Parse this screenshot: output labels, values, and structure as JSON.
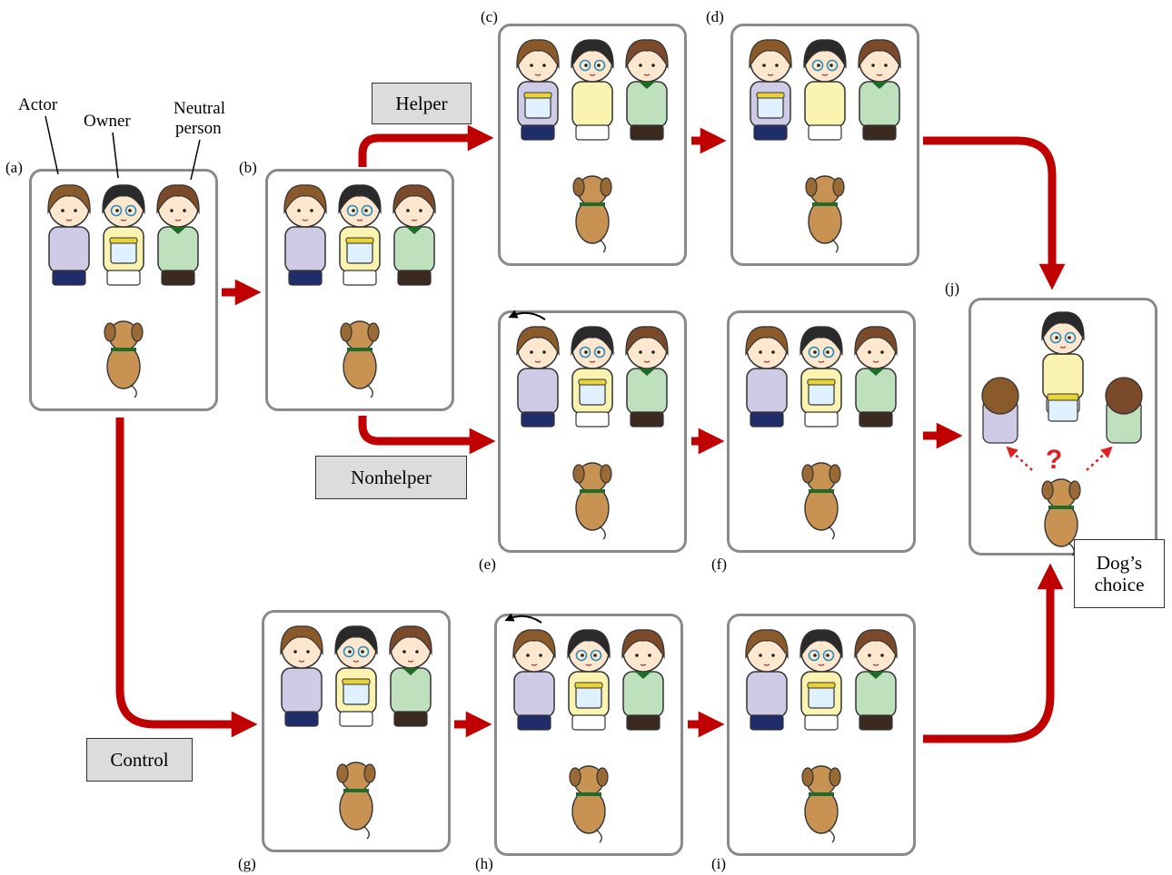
{
  "roles": {
    "actor": "Actor",
    "owner": "Owner",
    "neutral_line1": "Neutral",
    "neutral_line2": "person"
  },
  "panel_labels": {
    "a": "(a)",
    "b": "(b)",
    "c": "(c)",
    "d": "(d)",
    "e": "(e)",
    "f": "(f)",
    "g": "(g)",
    "h": "(h)",
    "i": "(i)",
    "j": "(j)"
  },
  "conditions": {
    "helper": "Helper",
    "nonhelper": "Nonhelper",
    "control": "Control"
  },
  "choice": {
    "line1": "Dog’s",
    "line2": "choice",
    "mark": "?"
  },
  "colors": {
    "arrow": "#c00000",
    "panel_border": "#8a8a8a",
    "tag_fill": "#dcdcdc",
    "actor_shirt": "#cfcbe6",
    "actor_hair": "#8b5a2b",
    "owner_shirt": "#fbf4b0",
    "owner_hair": "#2a2a2a",
    "neutral_shirt": "#bfe0bd",
    "neutral_hair": "#7a4a2a",
    "dog_fur": "#c89352",
    "collar": "#1e6b2a",
    "container_lid": "#e8d23a"
  }
}
